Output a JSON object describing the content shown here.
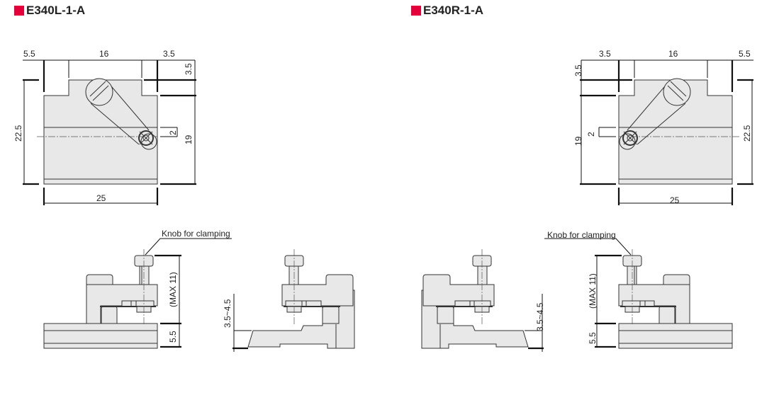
{
  "models": [
    {
      "title": "E340L-1-A",
      "dims": {
        "left": "5.5",
        "center": "16",
        "right": "3.5",
        "tab": "3.5",
        "height": "22.5",
        "inner": "19",
        "offset": "2",
        "width": "25",
        "max": "(MAX 11)",
        "base": "5.5",
        "range": "3.5~4.5"
      },
      "knob_label": "Knob for clamping"
    },
    {
      "title": "E340R-1-A",
      "dims": {
        "left": "3.5",
        "center": "16",
        "right": "5.5",
        "tab": "3.5",
        "height": "22.5",
        "inner": "19",
        "offset": "2",
        "width": "25",
        "max": "(MAX 11)",
        "base": "5.5",
        "range": "3.5~4.5"
      },
      "knob_label": "Knob for clamping"
    }
  ],
  "colors": {
    "accent": "#e4003b"
  }
}
